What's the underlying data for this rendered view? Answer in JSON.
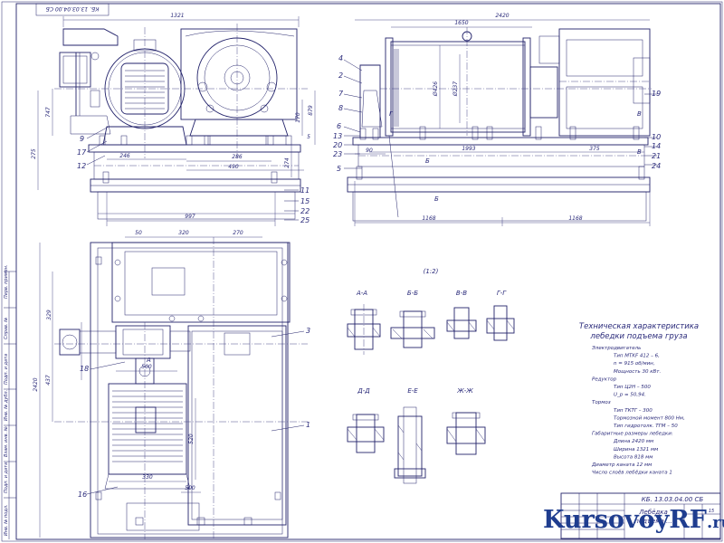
{
  "frame": {
    "corner_code": "КБ. 13.03.04.00 СБ",
    "side_strip": [
      "Перв. примен.",
      "Справ. №",
      "Подп. и дата",
      "Инв. № дубл.",
      "Взам. инв. №",
      "Подп. и дата",
      "Инв. № подл."
    ]
  },
  "views": {
    "front": {
      "dims": [
        "1321",
        "747",
        "275",
        "246",
        "286",
        "490",
        "170",
        "274",
        "879",
        "5",
        "997"
      ],
      "items": [
        "9",
        "17",
        "12",
        "11",
        "15",
        "22",
        "25"
      ]
    },
    "side": {
      "dims": [
        "2420",
        "1650",
        "Ø426",
        "Ø237",
        "1993",
        "375",
        "90",
        "1168",
        "1168"
      ],
      "items_left": [
        "4",
        "2",
        "7",
        "8",
        "6",
        "13",
        "20",
        "23",
        "5"
      ],
      "items_right": [
        "19",
        "10",
        "14",
        "21",
        "24"
      ],
      "cut_labels": [
        "Б",
        "Б",
        "В",
        "В",
        "Г"
      ]
    },
    "plan": {
      "dims": [
        "50",
        "320",
        "270",
        "329",
        "2420",
        "437",
        "520",
        "500",
        "330",
        "500"
      ],
      "items": [
        "3",
        "1",
        "18",
        "16"
      ],
      "item_group_mark": "А"
    }
  },
  "sections": {
    "note": "(1:2)",
    "labels": [
      "А-А",
      "Б-Б",
      "В-В",
      "Г-Г",
      "Д-Д",
      "Е-Е",
      "Ж-Ж"
    ]
  },
  "tech": {
    "title_lines": [
      "Техническая характеристика",
      "лебедки подъема груза"
    ],
    "lines": [
      {
        "text": "Электродвигатель",
        "indent": false
      },
      {
        "text": "Тип MTKF 412 – 6,",
        "indent": true
      },
      {
        "text": "n = 915 об/мин,",
        "indent": true
      },
      {
        "text": "Мощность 30 кВт.",
        "indent": true
      },
      {
        "text": "Редуктор",
        "indent": false
      },
      {
        "text": "Тип Ц2Н – 500",
        "indent": true
      },
      {
        "text": "U_p = 50,94.",
        "indent": true
      },
      {
        "text": "Тормоз",
        "indent": false
      },
      {
        "text": "Тип ТКТГ – 300",
        "indent": true
      },
      {
        "text": "Тормозной момент 800 Нм,",
        "indent": true
      },
      {
        "text": "Тип гидротолк. ТГМ – 50",
        "indent": true
      },
      {
        "text": "Габаритные размеры лебедки:",
        "indent": false
      },
      {
        "text": "Длина 2420 мм",
        "indent": true
      },
      {
        "text": "Ширина 1321 мм",
        "indent": true
      },
      {
        "text": "Высота 818 мм",
        "indent": true
      },
      {
        "text": "Диаметр каната 12 мм",
        "indent": false
      },
      {
        "text": "Число слоёв лебёдки каната 1",
        "indent": false
      }
    ]
  },
  "stamp": {
    "code": "КБ. 13.03.04.00 СБ",
    "name_lines": [
      "Лебёдка",
      "подъема ..."
    ],
    "sheet_count": "15"
  },
  "watermark": {
    "text": "KursovoyRF",
    "suffix": ".ru",
    "colors": {
      "main": "#1f3d8f",
      "accent": "#d62020"
    }
  }
}
